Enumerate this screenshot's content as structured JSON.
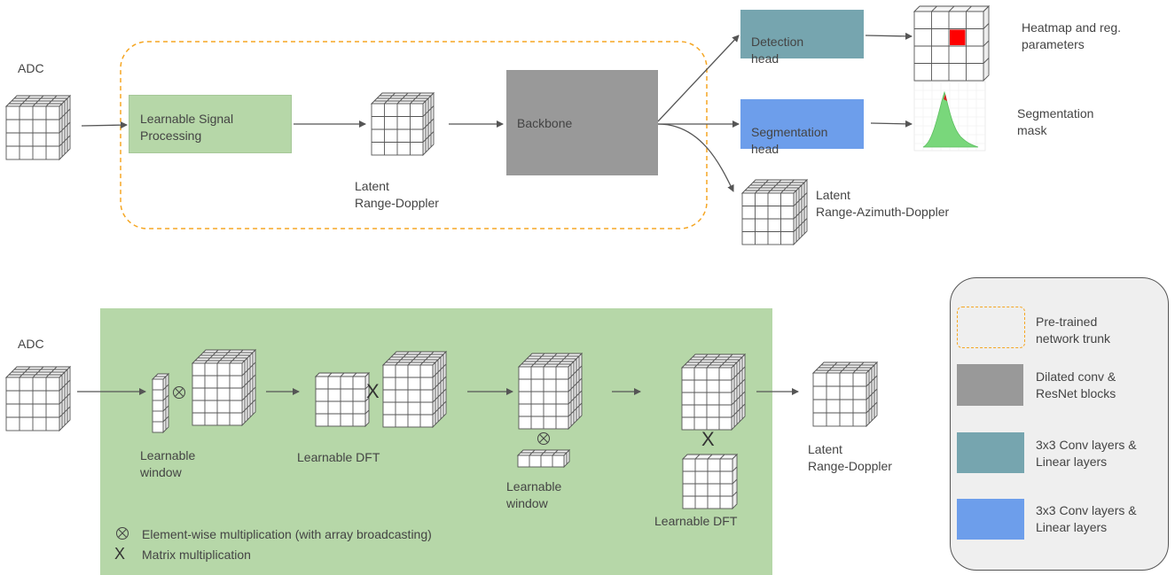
{
  "top": {
    "adc_label": "ADC",
    "signal_processing_label": "Learnable Signal Processing",
    "latent_rd_label": "Latent\nRange-Doppler",
    "backbone_label": "Backbone",
    "detection_head_label": "Detection\nhead",
    "segmentation_head_label": "Segmentation\nhead",
    "heatmap_label": "Heatmap and reg.\nparameters",
    "segmentation_mask_label": "Segmentation\nmask",
    "latent_rad_label": "Latent\nRange-Azimuth-Doppler"
  },
  "bottom": {
    "adc_label": "ADC",
    "window1_label": "Learnable\nwindow",
    "dft1_label": "Learnable DFT",
    "window2_label": "Learnable\nwindow",
    "dft2_label": "Learnable DFT",
    "latent_rd_label": "Latent\nRange-Doppler",
    "matmul_symbol": "X",
    "note_elementwise": "Element-wise multiplication (with array broadcasting)",
    "note_matmul_symbol": "X",
    "note_matmul": "Matrix multiplication"
  },
  "legend": {
    "items": [
      {
        "label": "Pre-trained\nnetwork trunk",
        "swatch": "dashed",
        "color": "#f5a623"
      },
      {
        "label": "Dilated conv &\nResNet blocks",
        "swatch": "solid",
        "color": "#999999"
      },
      {
        "label": "3x3 Conv layers &\nLinear layers",
        "swatch": "solid",
        "color": "#76a5af"
      },
      {
        "label": "3x3 Conv layers &\nLinear layers",
        "swatch": "solid",
        "color": "#6d9eeb"
      }
    ]
  },
  "colors": {
    "green": "#b6d7a8",
    "gray": "#999999",
    "teal": "#76a5af",
    "blue": "#6d9eeb",
    "orange": "#f5a623",
    "heat_red": "#ff0000",
    "legend_bg": "#efefef"
  }
}
